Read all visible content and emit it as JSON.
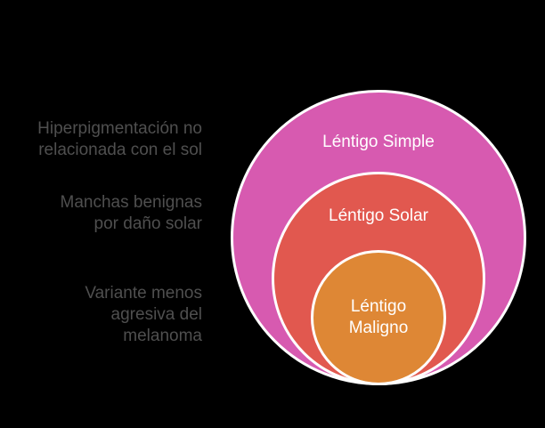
{
  "canvas": {
    "background_color": "#000000",
    "stroke_color": "#ffffff",
    "ring_label_color": "#ffffff",
    "annotation_color": "#4f4f4f"
  },
  "diagram": {
    "type": "nested-circles",
    "rings": [
      {
        "label": "Léntigo Simple",
        "fill": "#d75ab0",
        "annotation": "Hiperpigmentación no\nrelacionada con el sol"
      },
      {
        "label": "Léntigo Solar",
        "fill": "#e1584f",
        "annotation": "Manchas benignas\npor daño solar"
      },
      {
        "label": "Léntigo\nMaligno",
        "fill": "#de8735",
        "annotation": "Variante menos\nagresiva del\nmelanoma"
      }
    ]
  }
}
